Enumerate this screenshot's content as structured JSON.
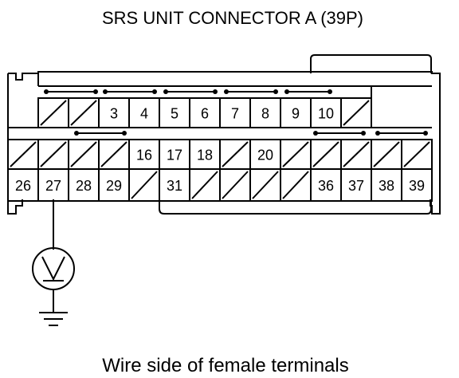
{
  "title": "SRS UNIT CONNECTOR A (39P)",
  "caption": "Wire side of female terminals",
  "meter_symbol": "V",
  "ground_icon": "ground-icon",
  "rows": [
    [
      "",
      "",
      "3",
      "4",
      "5",
      "6",
      "7",
      "8",
      "9",
      "10",
      ""
    ],
    [
      "",
      "",
      "",
      "",
      "16",
      "17",
      "18",
      "",
      "20",
      "",
      "",
      "",
      "",
      ""
    ],
    [
      "26",
      "27",
      "28",
      "29",
      "",
      "31",
      "",
      "",
      "",
      "",
      "36",
      "37",
      "38",
      "39"
    ]
  ],
  "pin_status": {
    "row1": [
      "empty",
      "empty",
      "pin",
      "pin",
      "pin",
      "pin",
      "pin",
      "pin",
      "pin",
      "pin",
      "empty"
    ],
    "row2": [
      "empty",
      "empty",
      "empty",
      "empty",
      "pin",
      "pin",
      "pin",
      "empty",
      "pin",
      "empty",
      "empty",
      "empty",
      "empty",
      "empty"
    ],
    "row3": [
      "pin",
      "pin",
      "pin",
      "pin",
      "empty",
      "pin",
      "empty",
      "empty",
      "empty",
      "empty",
      "pin",
      "pin",
      "pin",
      "pin"
    ]
  }
}
